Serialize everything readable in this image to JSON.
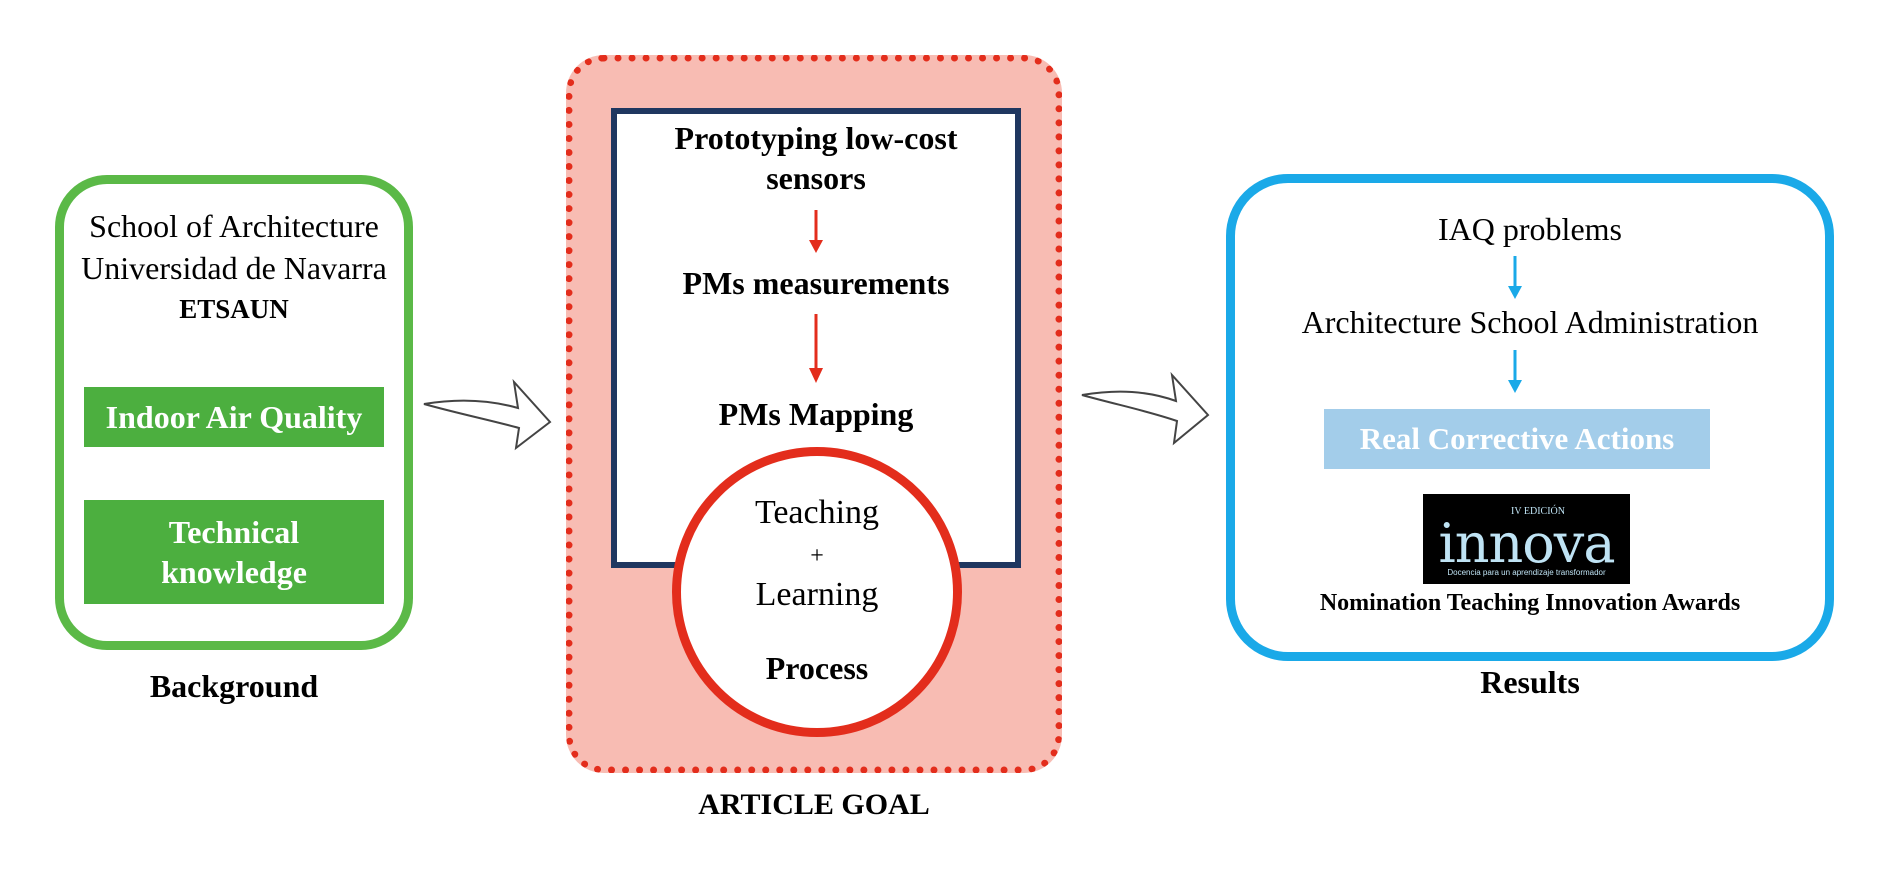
{
  "background": {
    "lines": [
      "School of Architecture",
      "Universidad de Navarra",
      "ETSAUN"
    ],
    "box1": "Indoor Air Quality",
    "box2_lines": [
      "Technical",
      "knowledge"
    ],
    "caption": "Background"
  },
  "goal": {
    "steps": [
      [
        "Prototyping low-cost",
        "sensors"
      ],
      [
        "PMs measurements"
      ],
      [
        "PMs Mapping"
      ]
    ],
    "circle": {
      "line1": "Teaching",
      "plus": "+",
      "line2": "Learning",
      "line3": "Process"
    },
    "caption": "ARTICLE GOAL"
  },
  "results": {
    "line1": "IAQ problems",
    "line2": "Architecture School Administration",
    "box": "Real Corrective Actions",
    "logo": {
      "edition": "IV EDICIÓN",
      "name": "innova",
      "tagline": "Docencia para un aprendizaje transformador"
    },
    "award": "Nomination Teaching Innovation Awards",
    "caption": "Results"
  },
  "colors": {
    "green_border": "#5bb947",
    "green_box": "#4caf3f",
    "red": "#e32d1c",
    "pink_fill": "#f8bcb3",
    "navy": "#1f3760",
    "blue": "#1aa9e8",
    "light_blue_box": "#a3cdea"
  }
}
